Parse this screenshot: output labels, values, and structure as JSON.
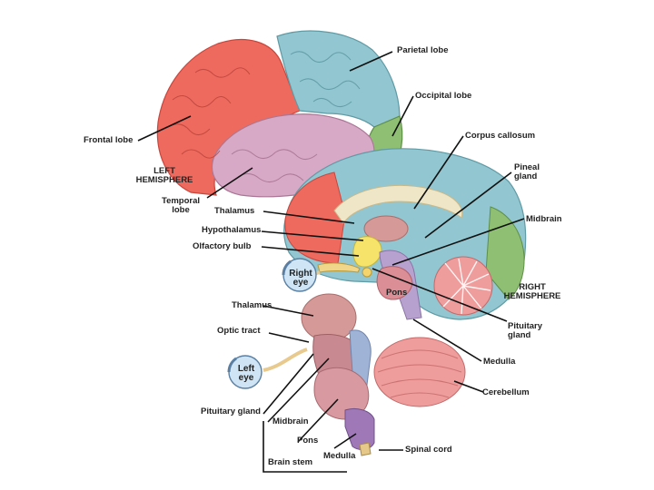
{
  "labels": {
    "parietal_lobe": "Parietal lobe",
    "occipital_lobe": "Occipital lobe",
    "frontal_lobe": "Frontal lobe",
    "left_hemisphere": "LEFT\nHEMISPHERE",
    "temporal_lobe": "Temporal\nlobe",
    "corpus_callosum": "Corpus callosum",
    "pineal_gland": "Pineal\ngland",
    "thalamus_top": "Thalamus",
    "hypothalamus": "Hypothalamus",
    "olfactory_bulb": "Olfactory bulb",
    "midbrain_right": "Midbrain",
    "right_eye": "Right\neye",
    "pons_mid": "Pons",
    "right_hemisphere": "RIGHT\nHEMISPHERE",
    "thalamus_bottom": "Thalamus",
    "pituitary_gland_right": "Pituitary\ngland",
    "optic_tract": "Optic tract",
    "medulla_right": "Medulla",
    "left_eye": "Left\neye",
    "cerebellum": "Cerebellum",
    "pituitary_gland_left": "Pituitary gland",
    "midbrain_bottom": "Midbrain",
    "pons_bottom": "Pons",
    "medulla_bottom": "Medulla",
    "spinal_cord": "Spinal cord",
    "brain_stem": "Brain stem"
  },
  "colors": {
    "frontal": "#ef6a5e",
    "parietal": "#92c6d0",
    "occipital": "#8fbf73",
    "temporal": "#d7a9c6",
    "corpus_callosum": "#efe6c8",
    "thalamus": "#d59a98",
    "hypothalamus": "#f5e36a",
    "brainstem": "#b7a2cf",
    "pons": "#dc8e96",
    "cerebellum": "#ef9c9c",
    "spinal_cord": "#9f78b8",
    "eye": "#cfe5f5",
    "leader_line": "#111111"
  }
}
